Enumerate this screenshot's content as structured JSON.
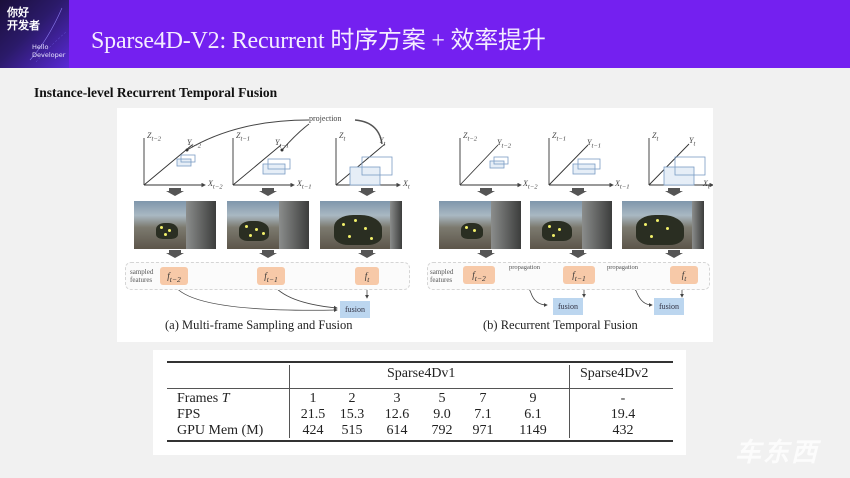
{
  "header": {
    "logo_cn_line1": "你好",
    "logo_cn_line2": "开发者",
    "logo_en_line1": "Hello",
    "logo_en_line2": "Developer",
    "title": "Sparse4D-V2: Recurrent 时序方案 + 效率提升",
    "bg_color": "#7420f0"
  },
  "section": {
    "title": "Instance-level Recurrent Temporal Fusion"
  },
  "figure": {
    "projection_label": "projection",
    "panel_a": {
      "caption": "(a) Multi-frame Sampling and Fusion",
      "axes": [
        {
          "z": "Z",
          "z_sub": "t−2",
          "y": "Y",
          "y_sub": "t−2",
          "x": "X",
          "x_sub": "t−2"
        },
        {
          "z": "Z",
          "z_sub": "t−1",
          "y": "Y",
          "y_sub": "t−1",
          "x": "X",
          "x_sub": "t−1"
        },
        {
          "z": "Z",
          "z_sub": "t",
          "y": "Y",
          "y_sub": "t",
          "x": "X",
          "x_sub": "t"
        }
      ],
      "sampled_label_1": "sampled",
      "sampled_label_2": "features",
      "features": [
        "f",
        "f",
        "f"
      ],
      "feature_subs": [
        "t−2",
        "t−1",
        "t"
      ],
      "fusion_label": "fusion"
    },
    "panel_b": {
      "caption": "(b) Recurrent Temporal Fusion",
      "axes": [
        {
          "z": "Z",
          "z_sub": "t−2",
          "y": "Y",
          "y_sub": "t−2",
          "x": "X",
          "x_sub": "t−2"
        },
        {
          "z": "Z",
          "z_sub": "t−1",
          "y": "Y",
          "y_sub": "t−1",
          "x": "X",
          "x_sub": "t−1"
        },
        {
          "z": "Z",
          "z_sub": "t",
          "y": "Y",
          "y_sub": "t",
          "x": "X",
          "x_sub": "t"
        }
      ],
      "sampled_label_1": "sampled",
      "sampled_label_2": "features",
      "features": [
        "f",
        "f",
        "f"
      ],
      "feature_subs": [
        "t−2",
        "t−1",
        "t"
      ],
      "propagation_label": "propagation",
      "fusion_label": "fusion"
    }
  },
  "table": {
    "group_v1": "Sparse4Dv1",
    "group_v2": "Sparse4Dv2",
    "rows": [
      {
        "label": "Frames",
        "label_italic": "T",
        "v1": [
          "1",
          "2",
          "3",
          "5",
          "7",
          "9"
        ],
        "v2": "-"
      },
      {
        "label": "FPS",
        "label_italic": "",
        "v1": [
          "21.5",
          "15.3",
          "12.6",
          "9.0",
          "7.1",
          "6.1"
        ],
        "v2": "19.4"
      },
      {
        "label": "GPU Mem (M)",
        "label_italic": "",
        "v1": [
          "424",
          "515",
          "614",
          "792",
          "971",
          "1149"
        ],
        "v2": "432"
      }
    ]
  },
  "watermark": "车东西"
}
